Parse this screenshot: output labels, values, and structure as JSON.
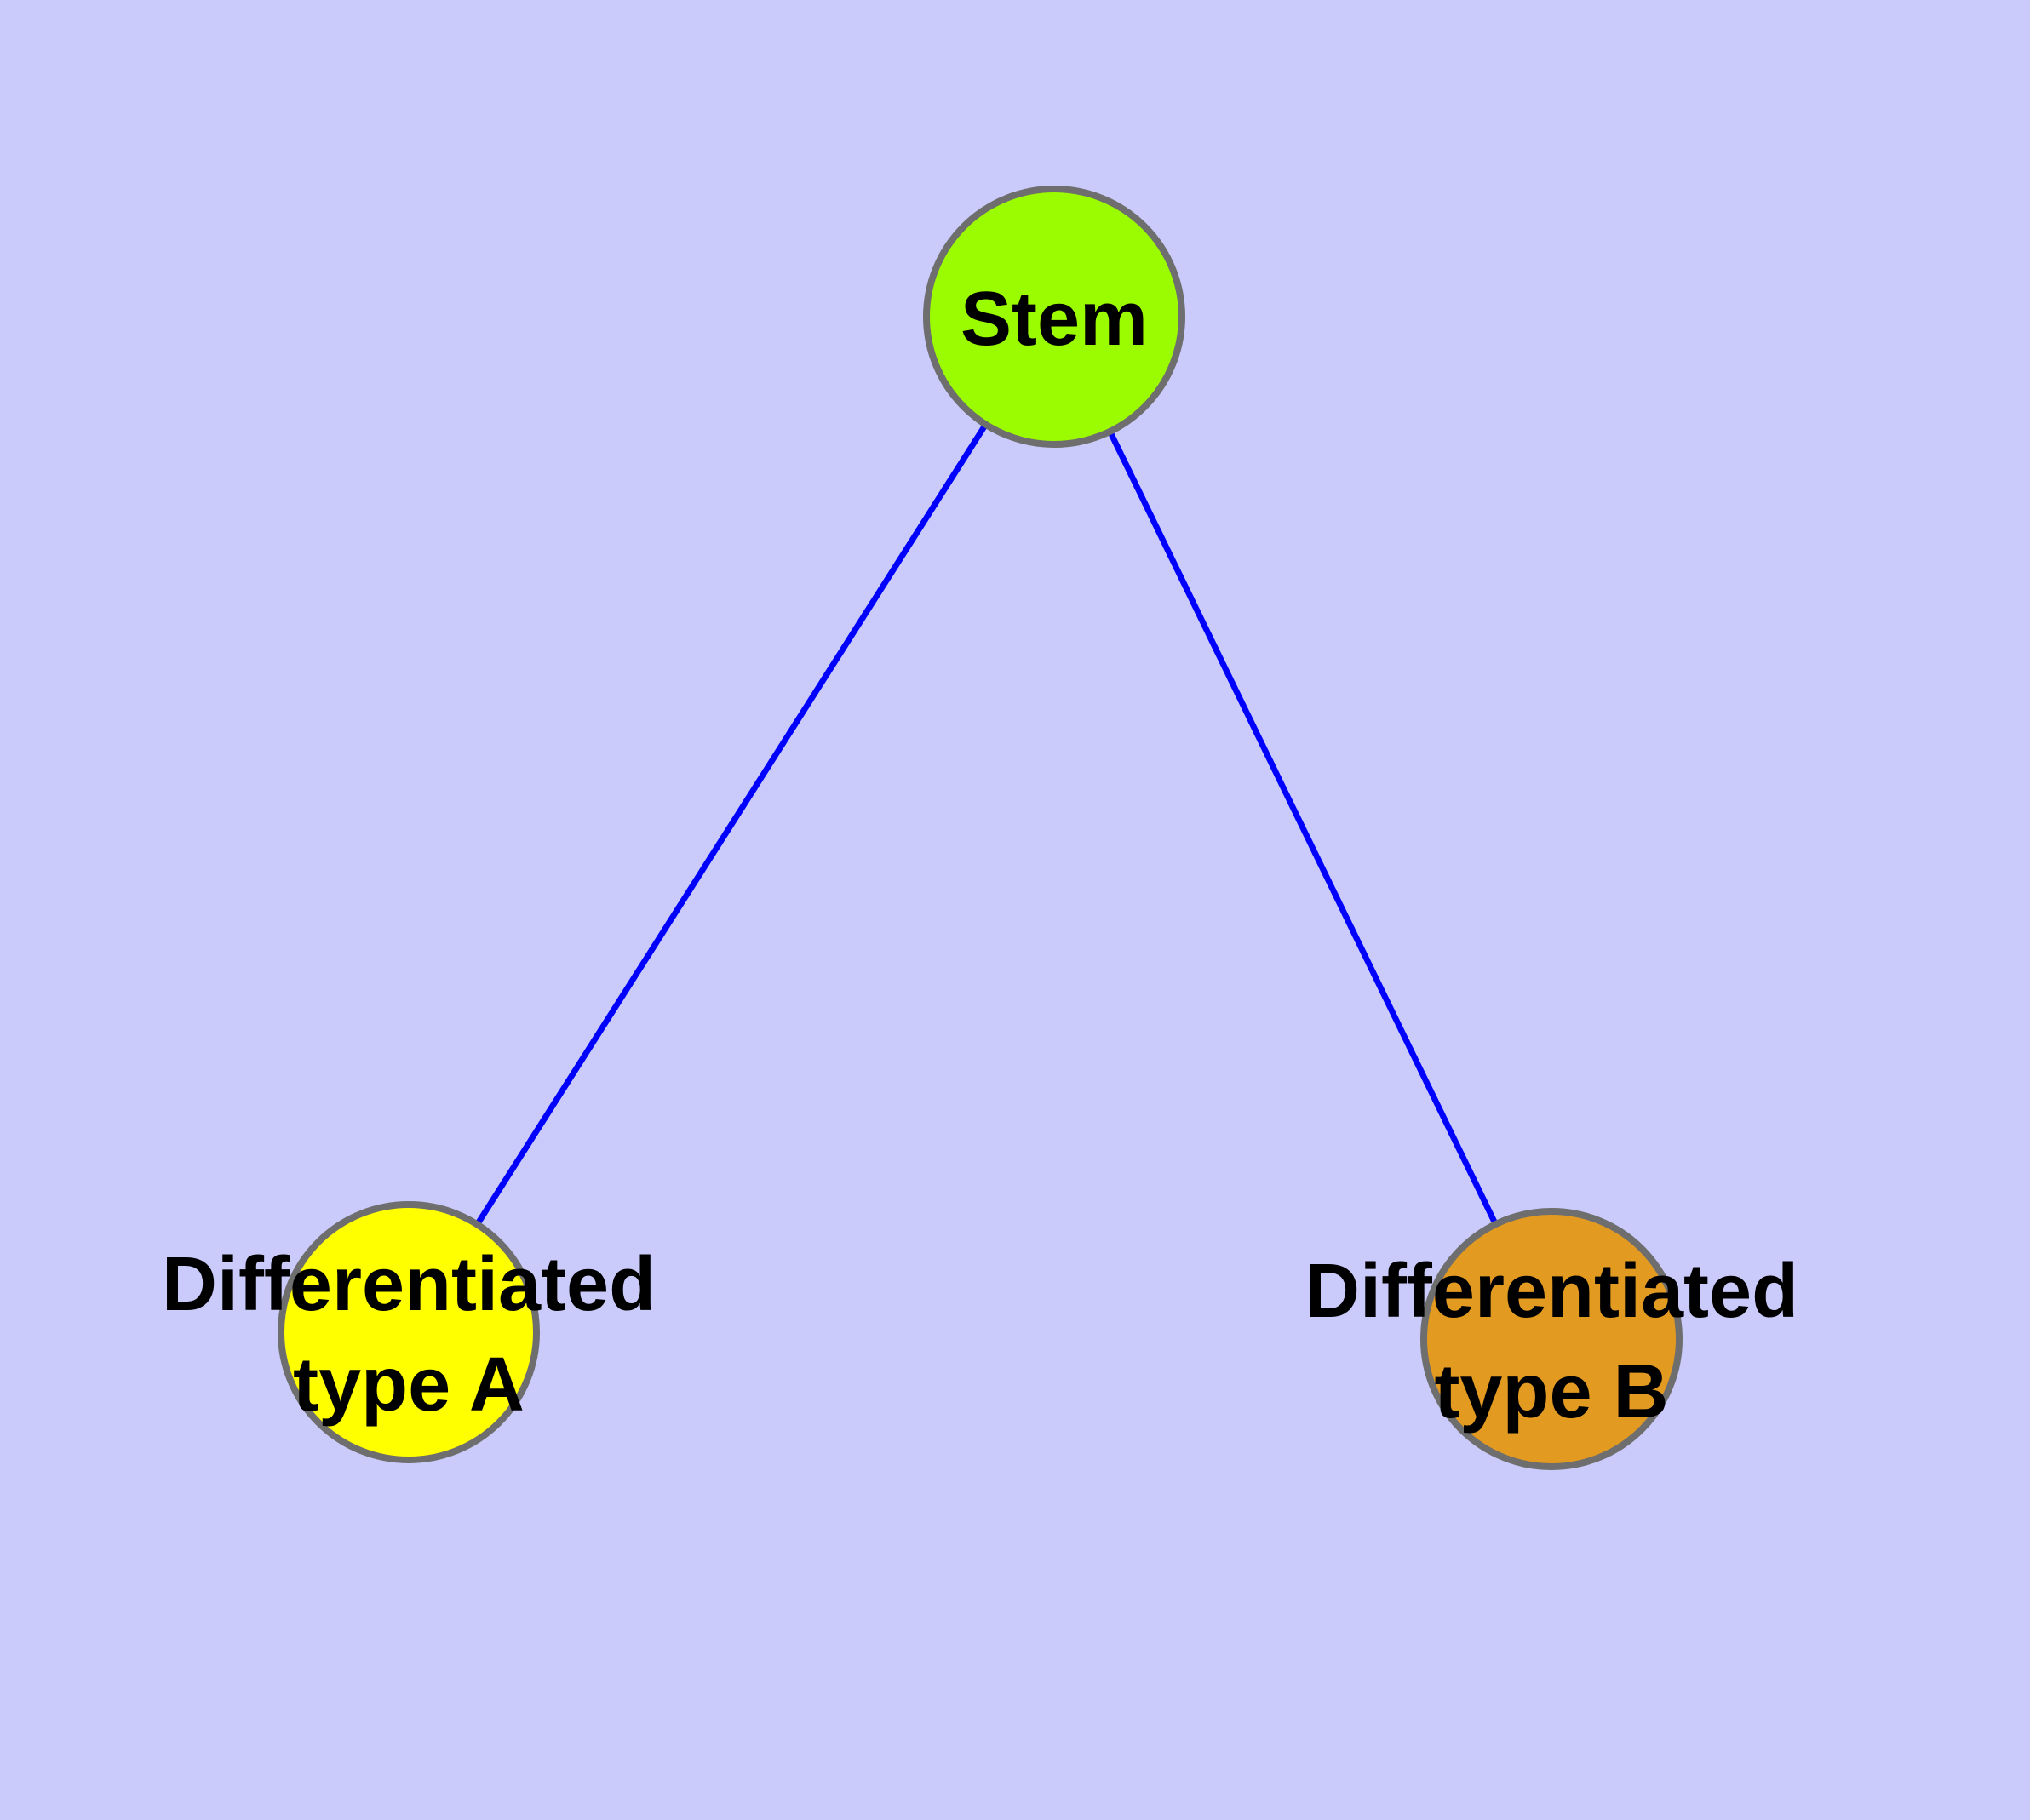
{
  "canvas": {
    "background_color": "#CACBFA"
  },
  "diagram": {
    "type": "node-link-graph",
    "edge_color": "#0000FF",
    "node_border_color": "#6E6E6E",
    "label_color": "#000000",
    "nodes": [
      {
        "id": "stem",
        "label": "Stem",
        "color": "#9BFB00"
      },
      {
        "id": "diff-a",
        "label": "Differentiated\ntype A",
        "color": "#FFFF00"
      },
      {
        "id": "diff-b",
        "label": "Differentiated\ntype B",
        "color": "#E29A20"
      }
    ],
    "edges": [
      {
        "from": "stem",
        "to": "diff-a"
      },
      {
        "from": "stem",
        "to": "diff-b"
      }
    ]
  }
}
